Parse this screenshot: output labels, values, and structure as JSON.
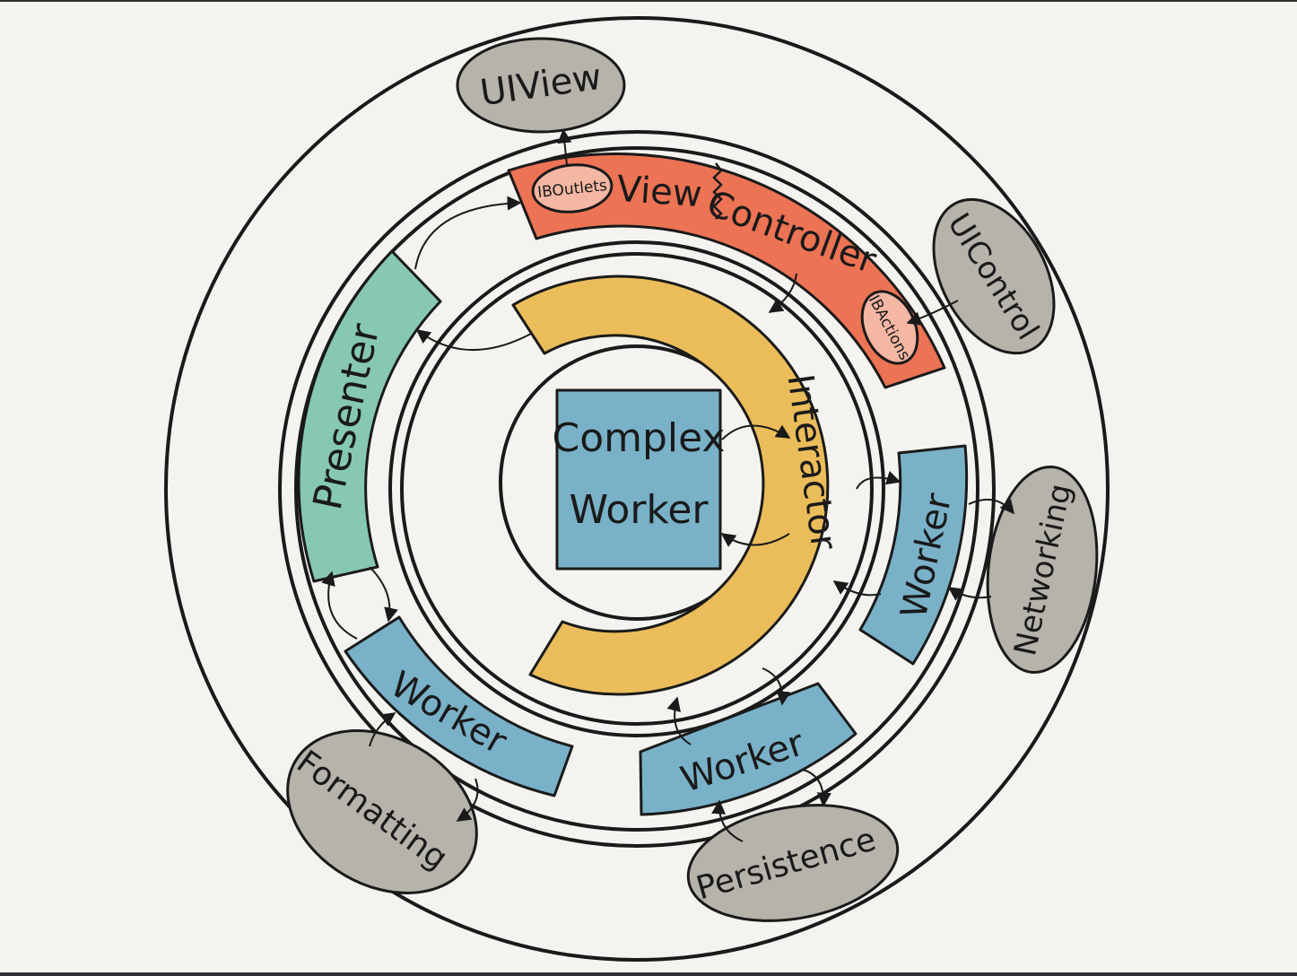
{
  "diagram": {
    "center_box": {
      "line1": "Complex",
      "line2": "Worker"
    },
    "components": {
      "presenter": "Presenter",
      "interactor": "Interactor",
      "view": "View",
      "controller": "Controller",
      "ib_outlets": "IBOutlets",
      "ib_actions": "IBActions",
      "worker_right": "Worker",
      "worker_bottom": "Worker",
      "worker_left": "Worker"
    },
    "external": {
      "ui_view": "UIView",
      "ui_control": "UIControl",
      "networking": "Networking",
      "persistence": "Persistence",
      "formatting": "Formatting"
    },
    "colors": {
      "background": "#f4f3ef",
      "presenter": "#86c8b3",
      "interactor": "#ebbd5a",
      "view_controller": "#ec7354",
      "outlet_badge": "#f4b7a3",
      "worker": "#79b1c8",
      "external": "#b5b3aa"
    }
  }
}
